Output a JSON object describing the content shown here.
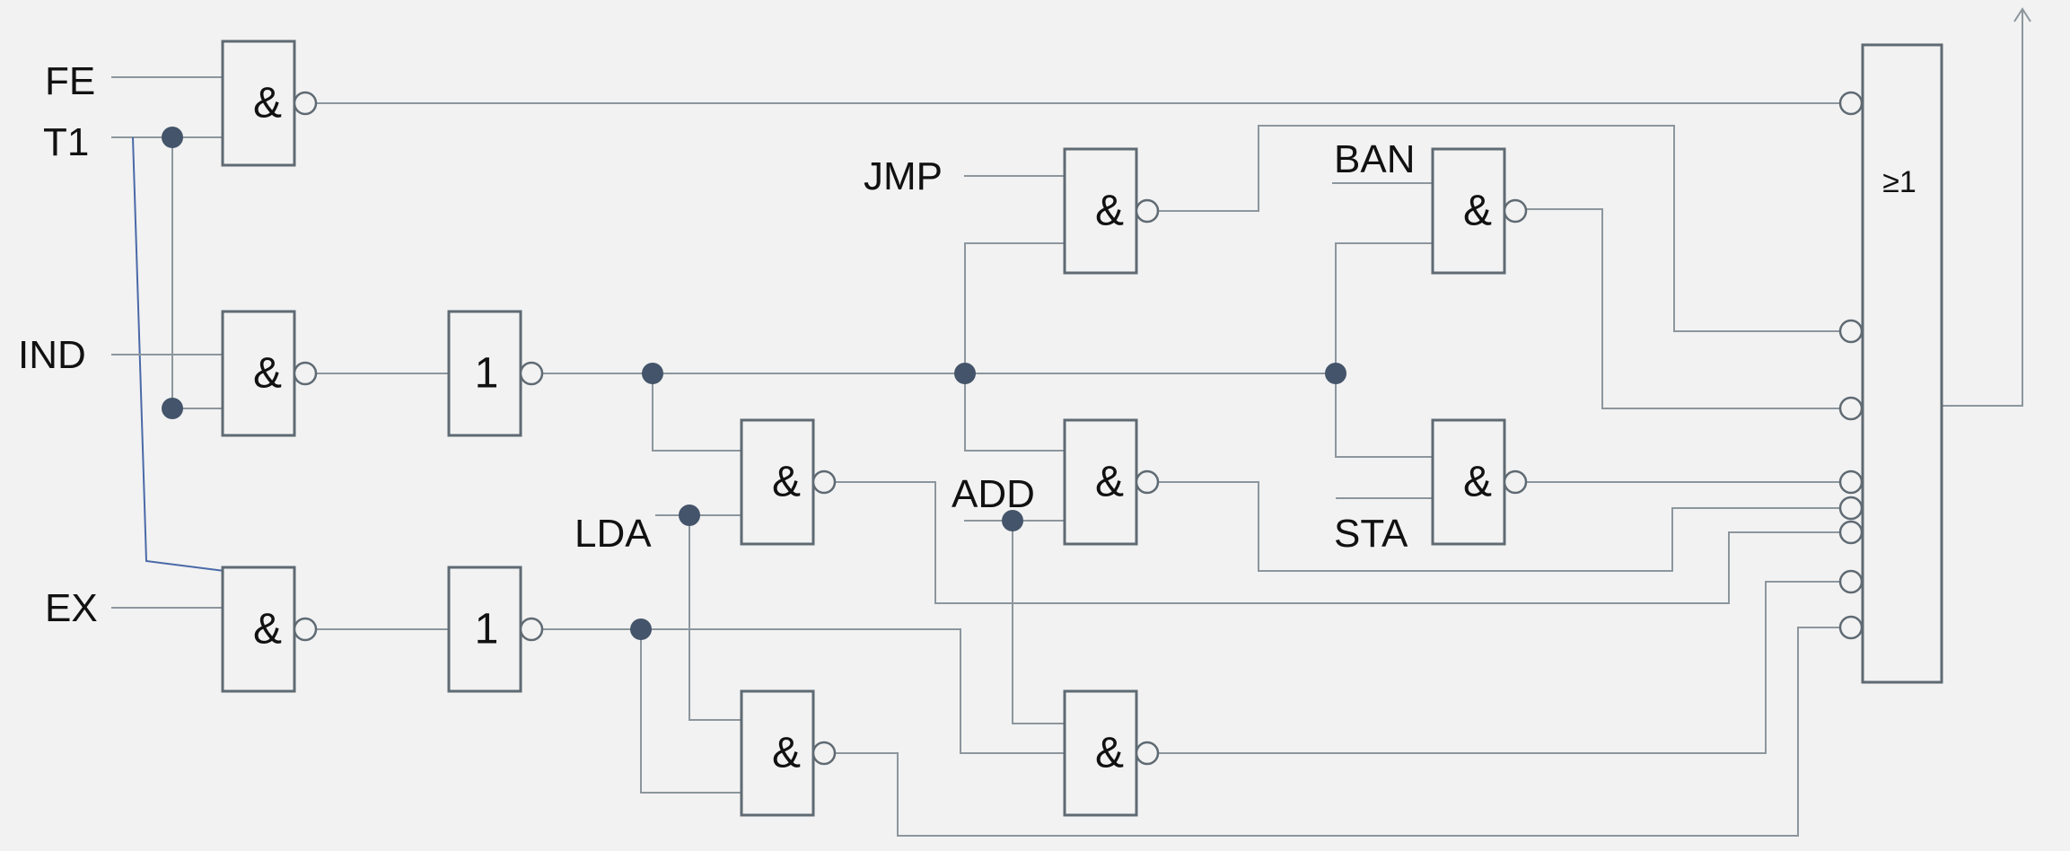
{
  "diagram": {
    "inputs": {
      "fe": "FE",
      "t1": "T1",
      "ind": "IND",
      "ex": "EX",
      "jmp": "JMP",
      "ban": "BAN",
      "lda": "LDA",
      "add": "ADD",
      "sta": "STA"
    },
    "symbols": {
      "and": "&",
      "not": "1",
      "or": "≥1"
    }
  },
  "colors": {
    "background": "#f2f2f2",
    "wire": "#8c969d",
    "gate_stroke": "#5f6a73",
    "junction": "#44546a",
    "t1_wire": "#4a6aa8"
  }
}
